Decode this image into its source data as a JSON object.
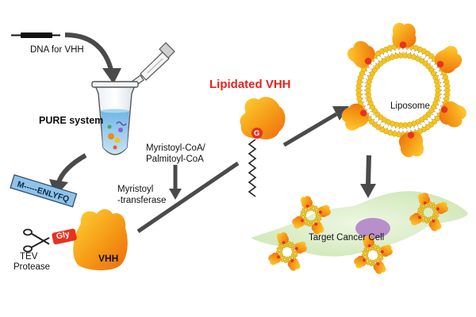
{
  "labels": {
    "dna": "DNA for VHH",
    "pure": "PURE system",
    "tag": "M-----ENLYFQ",
    "tev_line1": "TEV",
    "tev_line2": "Protease",
    "gly": "Gly",
    "vhh": "VHH",
    "coa_line1": "Myristoyl-CoA/",
    "coa_line2": "Palmitoyl-CoA",
    "nmt_line1": "Myristoyl",
    "nmt_line2": "-transferase",
    "lipidated": "Lipidated VHH",
    "g": "G",
    "liposome": "Liposome",
    "target": "Target Cancer Cell"
  },
  "colors": {
    "protein_orange": "#f07a12",
    "protein_yellow": "#ffc21a",
    "gly_red": "#e8321e",
    "title_red": "#e8231c",
    "lipid_head": "#f3c51f",
    "cell_green": "#d7ecc1",
    "nucleus": "#b489c9",
    "tag_blue": "#8fc3ea",
    "arrow_gray": "#4a4a4a"
  }
}
